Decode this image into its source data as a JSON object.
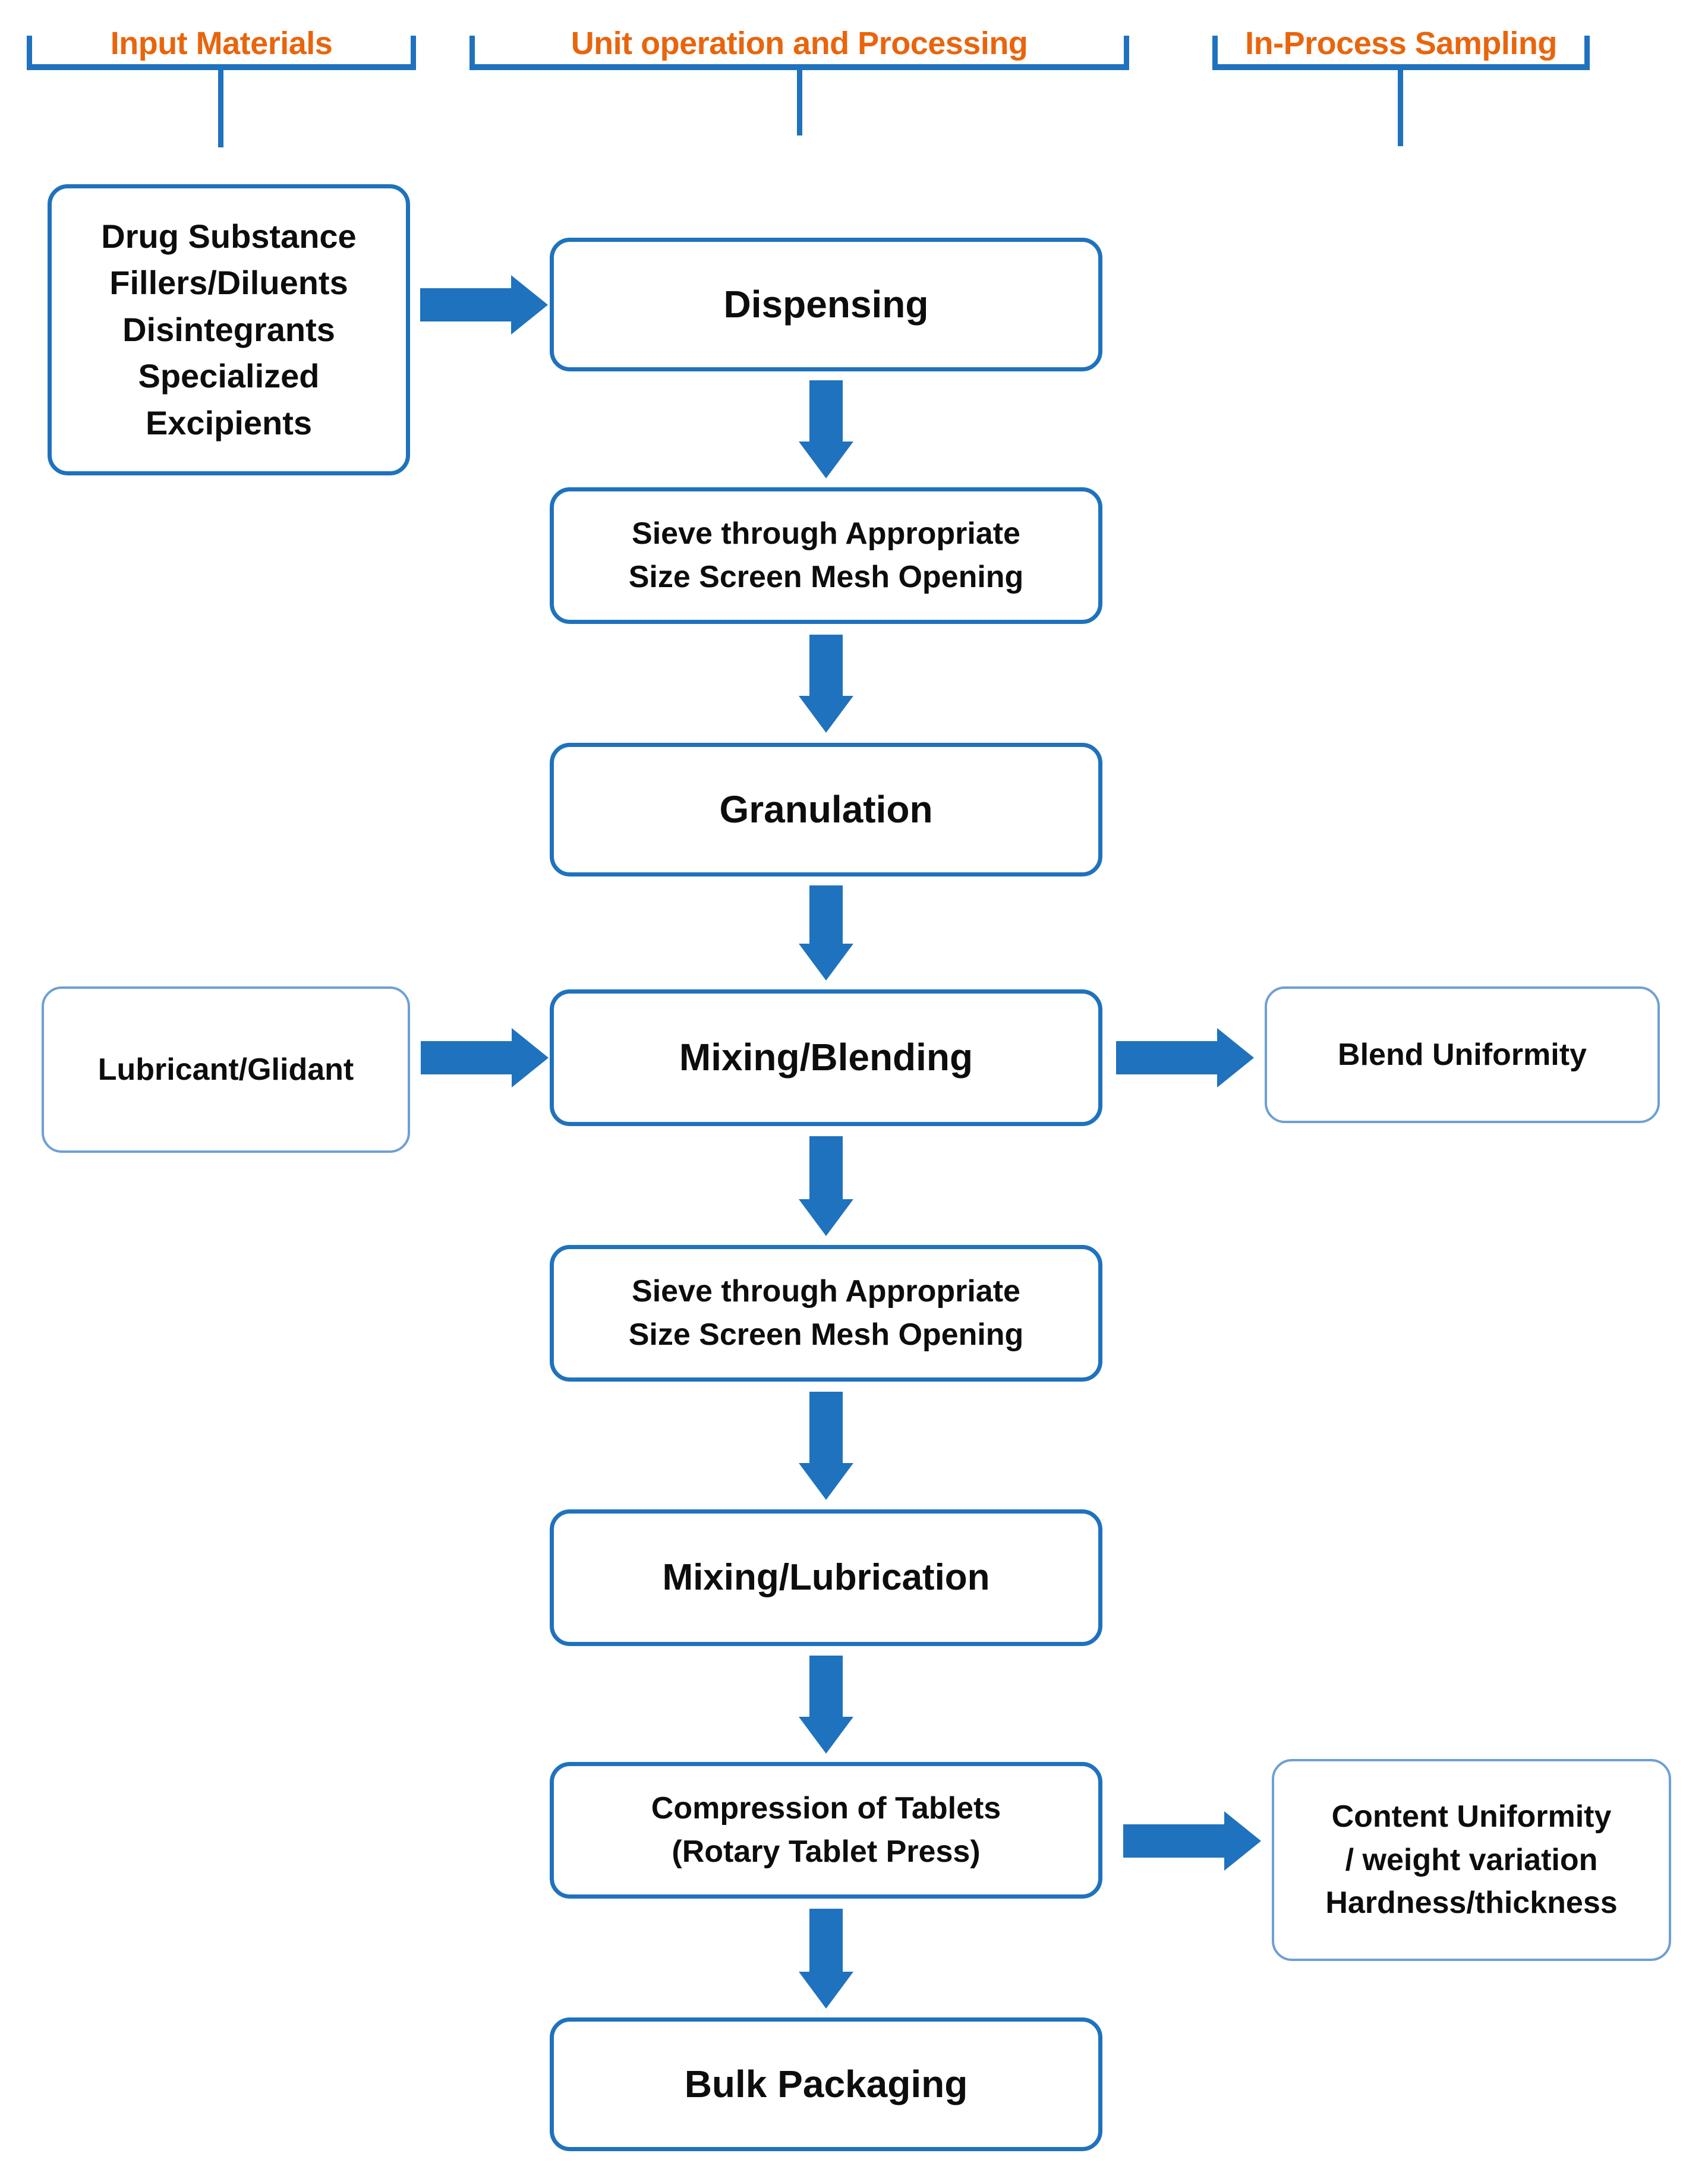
{
  "diagram": {
    "title": "Tablet Manufacturing Unit Operations Flowchart",
    "accent_blue": "#1F72BD",
    "accent_blue_light": "#6E9FD4",
    "accent_orange": "#E8650D"
  },
  "headers": [
    {
      "label": "Input Materials"
    },
    {
      "label": "Unit operation and Processing"
    },
    {
      "label": "In-Process Sampling"
    }
  ],
  "input_materials": {
    "lines": [
      "Drug Substance",
      "Fillers/Diluents",
      "Disintegrants",
      "Specialized",
      "Excipients"
    ]
  },
  "lubricant": {
    "lines": [
      "Lubricant/Glidant"
    ]
  },
  "process_steps": [
    {
      "id": "dispensing",
      "lines": [
        "Dispensing"
      ]
    },
    {
      "id": "sieve-1",
      "lines": [
        "Sieve through Appropriate",
        "Size Screen Mesh Opening"
      ]
    },
    {
      "id": "granulation",
      "lines": [
        "Granulation"
      ]
    },
    {
      "id": "mixing-blending",
      "lines": [
        "Mixing/Blending"
      ]
    },
    {
      "id": "sieve-2",
      "lines": [
        "Sieve through Appropriate",
        "Size Screen Mesh Opening"
      ]
    },
    {
      "id": "mixing-lubrication",
      "lines": [
        "Mixing/Lubrication"
      ]
    },
    {
      "id": "compression",
      "lines": [
        "Compression of Tablets",
        "(Rotary Tablet Press)"
      ]
    },
    {
      "id": "bulk-packaging",
      "lines": [
        "Bulk Packaging"
      ]
    }
  ],
  "sampling": [
    {
      "id": "blend-uniformity",
      "lines": [
        "Blend Uniformity"
      ]
    },
    {
      "id": "content-uniformity",
      "lines": [
        "Content Uniformity",
        "/ weight variation",
        "Hardness/thickness"
      ]
    }
  ]
}
